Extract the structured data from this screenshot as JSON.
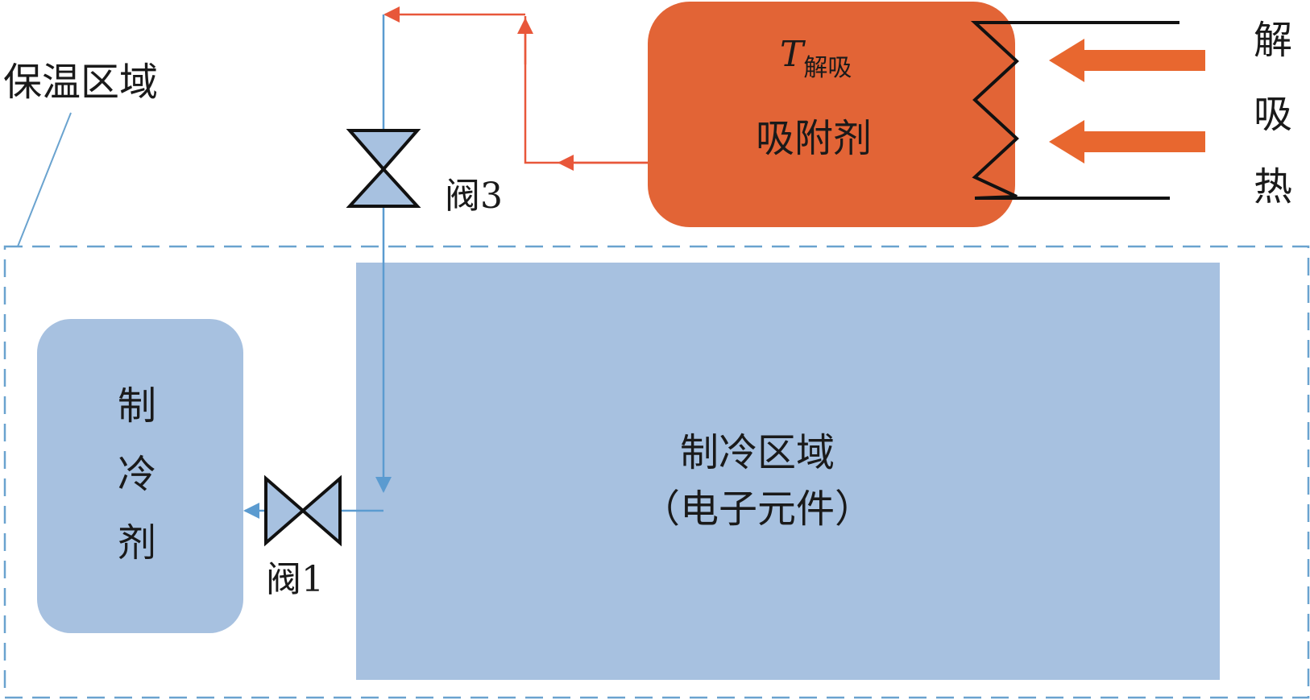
{
  "insulation_zone": {
    "label": "保温区域"
  },
  "cooling_zone": {
    "label_line1": "制冷区域",
    "label_line2": "（电子元件）"
  },
  "refrigerant": {
    "label_chars": [
      "制",
      "冷",
      "剂"
    ]
  },
  "adsorbent": {
    "label": "吸附剂",
    "temp_symbol": "T",
    "temp_subscript": "解吸"
  },
  "valve1": {
    "label": "阀1"
  },
  "valve3": {
    "label": "阀3"
  },
  "desorption_heat": {
    "label_chars": [
      "解",
      "吸",
      "热"
    ]
  },
  "colors": {
    "cool_fill": "#a7c1e0",
    "cool_line": "#5b9bd0",
    "hot_fill": "#e26436",
    "hot_line": "#e8573a",
    "dashed_border": "#6aa3cf",
    "heat_arrow": "#e8672f"
  }
}
